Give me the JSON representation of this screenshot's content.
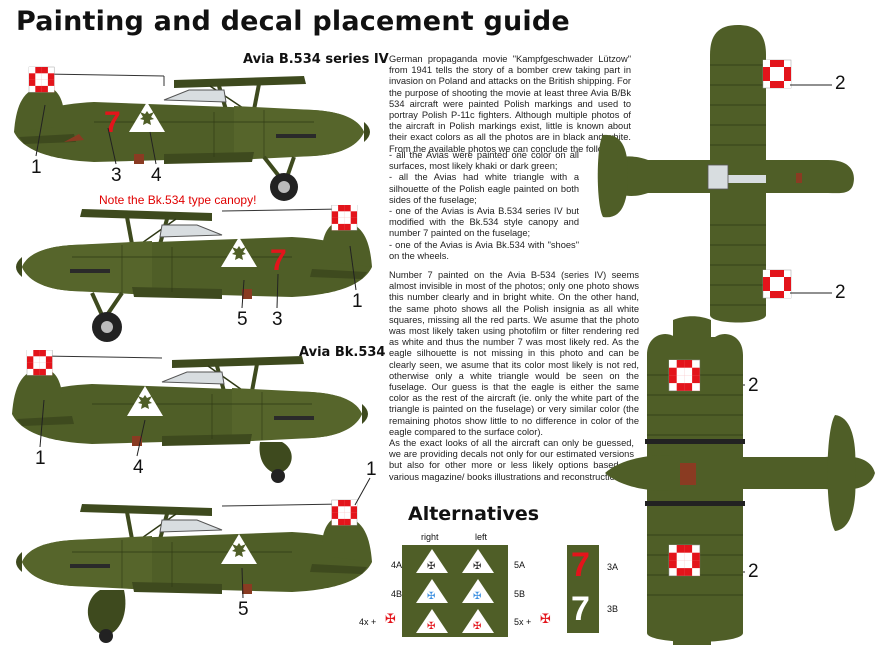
{
  "title": "Painting and decal placement guide",
  "labels": {
    "plane1": "Avia B.534 series IV",
    "plane3": "Avia Bk.534",
    "canopy_note": "Note the Bk.534 type canopy!"
  },
  "callouts": {
    "p1_a": "1",
    "p1_b": "3",
    "p1_c": "4",
    "p2_a": "5",
    "p2_b": "3",
    "p2_c": "1",
    "p3_a": "1",
    "p3_b": "4",
    "p4_a": "1",
    "p4_b": "5",
    "top_a": "2",
    "top_b": "2",
    "bot_a": "2",
    "bot_b": "2"
  },
  "fuselage_number": "7",
  "text": {
    "p1": "German propaganda movie \"Kampfgeschwader Lützow\" from 1941 tells the story of a bomber crew taking part in invasion on Poland and attacks on the British shipping. For the purpose of shooting the movie at least three Avia B/Bk 534 aircraft were painted Polish markings and used to portray Polish P-11c fighters. Although multiple photos of the aircraft in Polish markings exist, little is known about their exact colors as all the photos are in black and white. From the available photos we can conclude the following:",
    "b1": "- all the Avias were painted one color on all surfaces, most likely khaki or dark green;",
    "b2": "- all the Avias had white triangle with a silhouette of the Polish eagle painted on both sides of the fuselage;",
    "b3": "- one of the Avias is Avia B.534 series IV but modified with the Bk.534 style canopy and number 7 painted on the fuselage;",
    "b4": "- one of the Avias is Avia Bk.534 with \"shoes\" on the wheels.",
    "p2": "Number 7 painted on the Avia B-534 (series IV) seems almost invisible in most of the photos; only one photo shows this number clearly and in bright white. On the other hand, the same photo shows all the Polish insignia as all white squares, missing all the red parts. We asume that the photo was most likely taken using photofilm or filter rendering red as white and thus the number 7 was most likely red. As the eagle silhouette is not missing in this photo and can be clearly seen, we asume that its color most likely is not red, otherwise only a white triangle would be seen on the fuselage. Our guess is that the eagle is either the same color as the rest of the aircraft (ie. only the white part of the triangle is painted on the fuselage) or very similar color (the remaining photos show little to no difference in color of the eagle compared to the surface color).",
    "p3": "As the exact looks of all the aircraft can only be guessed, we are providing decals not only for our estimated versions but also for other more or less likely options based on various magazine/ books illustrations and reconstructions."
  },
  "alternatives": {
    "title": "Alternatives",
    "col_right": "right",
    "col_left": "left",
    "row_4a": "4A",
    "row_4b": "4B",
    "row_4x": "4x +",
    "row_5a": "5A",
    "row_5b": "5B",
    "row_5x": "5x +",
    "num_3a": "3A",
    "num_3b": "3B"
  },
  "colors": {
    "olive": "#4f5e27",
    "olive_dark": "#3e4a1e",
    "red": "#e3141b",
    "brown": "#8a3b22",
    "blue_eagle": "#3b8fe0"
  }
}
